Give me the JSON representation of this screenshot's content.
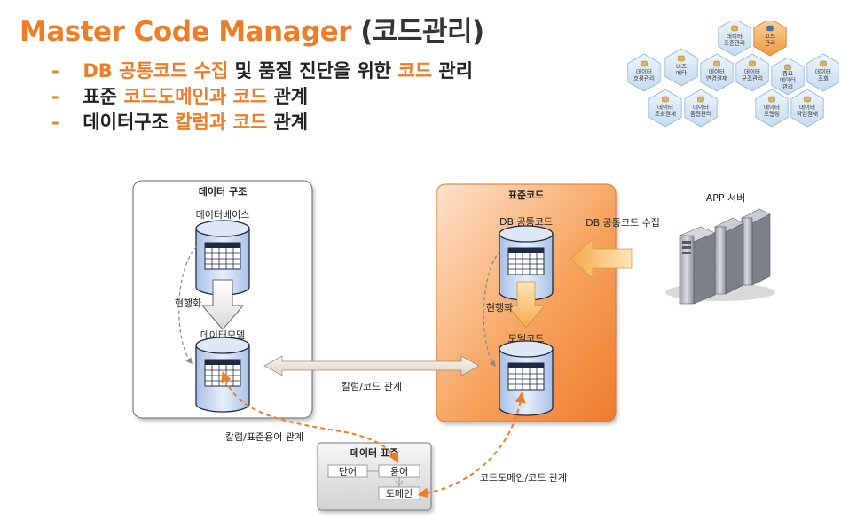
{
  "title": {
    "main": "Master Code Manager",
    "sub": "(코드관리)"
  },
  "bullets": [
    {
      "dash": "-",
      "parts": [
        {
          "text": "DB 공통코드 수집",
          "hl": true
        },
        {
          "text": " 및 품질 진단을 위한 ",
          "hl": false
        },
        {
          "text": "코드",
          "hl": true
        },
        {
          "text": " 관리",
          "hl": false
        }
      ]
    },
    {
      "dash": "-",
      "parts": [
        {
          "text": "표준 ",
          "hl": false
        },
        {
          "text": "코드도메인과 코드",
          "hl": true
        },
        {
          "text": " 관계",
          "hl": false
        }
      ]
    },
    {
      "dash": "-",
      "parts": [
        {
          "text": "데이터구조 ",
          "hl": false
        },
        {
          "text": "칼럼과 코드",
          "hl": true
        },
        {
          "text": " 관계",
          "hl": false
        }
      ]
    }
  ],
  "hex_menu": [
    {
      "lines": [
        "데이터",
        "표준관리"
      ],
      "icon": "compass-icon",
      "active": false
    },
    {
      "lines": [
        "코드",
        "관리"
      ],
      "icon": "code-icon",
      "active": true
    },
    {
      "lines": [
        "데이터",
        "흐름관리"
      ],
      "icon": "flow-icon",
      "active": false
    },
    {
      "lines": [
        "비즈",
        "메타"
      ],
      "icon": "biz-meta-icon",
      "active": false
    },
    {
      "lines": [
        "데이터",
        "변경결재"
      ],
      "icon": "change-approval-icon",
      "active": false
    },
    {
      "lines": [
        "데이터",
        "구조관리"
      ],
      "icon": "structure-icon",
      "active": false
    },
    {
      "lines": [
        "중요",
        "데이터",
        "관리"
      ],
      "icon": "key-data-icon",
      "active": false
    },
    {
      "lines": [
        "데이터",
        "조회"
      ],
      "icon": "lookup-icon",
      "active": false
    },
    {
      "lines": [
        "데이터",
        "조회결재"
      ],
      "icon": "lookup-approval-icon",
      "active": false
    },
    {
      "lines": [
        "데이터",
        "품질관리"
      ],
      "icon": "quality-icon",
      "active": false
    },
    {
      "lines": [
        "데이터",
        "모델링"
      ],
      "icon": "modeling-icon",
      "active": false
    },
    {
      "lines": [
        "데이터",
        "작업결재"
      ],
      "icon": "job-approval-icon",
      "active": false
    }
  ],
  "diagram": {
    "data_structure": {
      "title": "데이터 구조",
      "database_label": "데이터베이스",
      "materialize_label": "현행화",
      "model_label": "데이터모델"
    },
    "standard_code": {
      "title": "표준코드",
      "db_code_label": "DB 공통코드",
      "materialize_label": "현행화",
      "model_code_label": "모델코드"
    },
    "app_server_label": "APP 서버",
    "db_collect_label": "DB 공통코드 수집",
    "column_code_relation": "칼럼/코드 관계",
    "column_term_relation": "칼럼/표준용어 관계",
    "code_domain_relation": "코드도메인/코드 관계",
    "data_standard": {
      "title": "데이터 표준",
      "word": "단어",
      "term": "용어",
      "domain": "도메인"
    }
  },
  "colors": {
    "accent": "#ee7d27",
    "cylinder": "#c9d8f0",
    "hex_fill": "#dce9f7",
    "hex_active": "#f6b26b"
  }
}
